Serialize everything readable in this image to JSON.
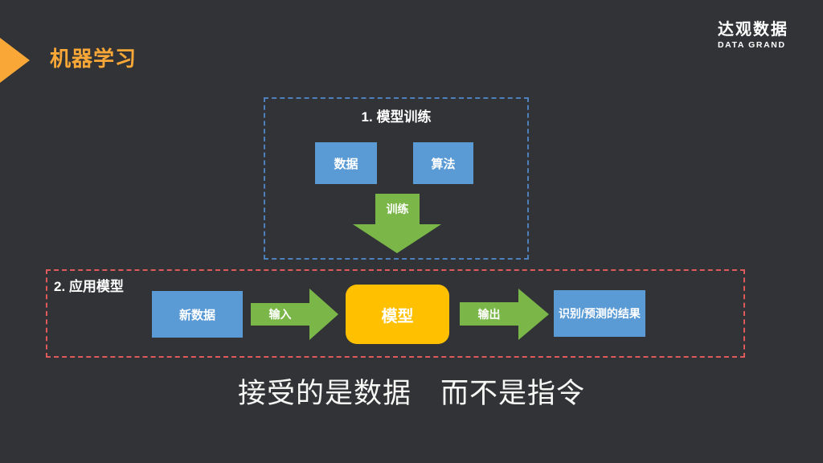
{
  "slide": {
    "title": "机器学习"
  },
  "logo": {
    "cn": "达观数据",
    "en": "DATA GRAND"
  },
  "training_section": {
    "label": "1. 模型训练",
    "boxes": [
      {
        "label": "数据"
      },
      {
        "label": "算法"
      }
    ],
    "arrow_label": "训练"
  },
  "apply_section": {
    "label": "2. 应用模型",
    "input_box": "新数据",
    "input_arrow": "输入",
    "model_box": "模型",
    "output_arrow": "输出",
    "result_box": "识别/预测的结果"
  },
  "footer": {
    "text": "接受的是数据　而不是指令"
  },
  "colors": {
    "bg": "#323336",
    "orange": "#F9A838",
    "blue": "#5B9BD5",
    "blueBorder": "#4E80BC",
    "green": "#7AB648",
    "yellow": "#FFC000",
    "red": "#DF5B5B"
  }
}
